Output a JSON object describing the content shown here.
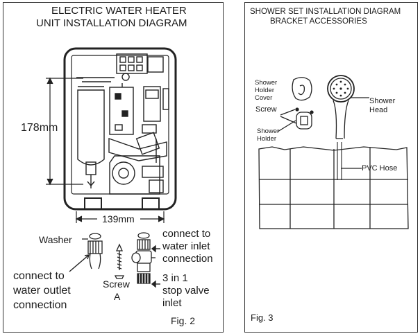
{
  "fig2": {
    "title_line1": "ELECTRIC WATER HEATER",
    "title_line2": "UNIT INSTALLATION DIAGRAM",
    "dim_height": "178mm",
    "dim_width": "139mm",
    "washer": "Washer",
    "outlet_line1": "connect to",
    "outlet_line2": "water outlet",
    "outlet_line3": "connection",
    "screw_line1": "Screw",
    "screw_line2": "A",
    "inlet_line1": "connect to",
    "inlet_line2": "water inlet",
    "inlet_line3": "connection",
    "valve_line1": "3 in 1",
    "valve_line2": "stop valve",
    "valve_line3": "inlet",
    "caption": "Fig. 2"
  },
  "fig3": {
    "title_line1": "SHOWER SET INSTALLATION DIAGRAM",
    "title_line2": "BRACKET ACCESSORIES",
    "cover_line1": "Shower",
    "cover_line2": "Holder",
    "cover_line3": "Cover",
    "screw": "Screw",
    "holder_line1": "Shower",
    "holder_line2": "Holder",
    "head_line1": "Shower",
    "head_line2": "Head",
    "hose": "PVC Hose",
    "caption": "Fig. 3"
  }
}
